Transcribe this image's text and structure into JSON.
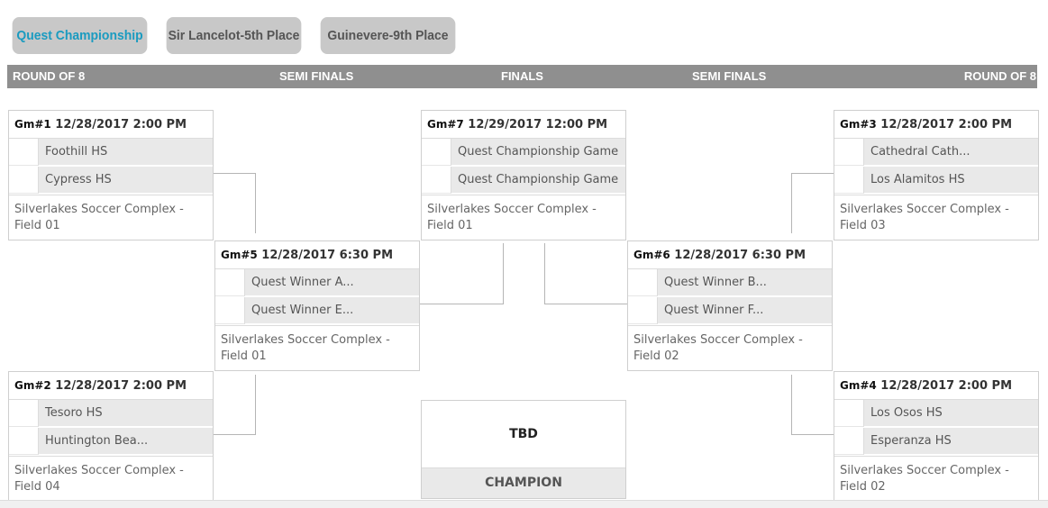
{
  "tabs": [
    {
      "label": "Quest Championship",
      "active": true
    },
    {
      "label": "Sir Lancelot-5th Place",
      "active": false
    },
    {
      "label": "Guinevere-9th Place",
      "active": false
    }
  ],
  "rounds": {
    "left_round_of_8": "ROUND OF 8",
    "left_semi_finals": "SEMI FINALS",
    "finals": "FINALS",
    "right_semi_finals": "SEMI FINALS",
    "right_round_of_8": "ROUND OF 8"
  },
  "games": {
    "g1": {
      "num": "Gm#1",
      "datetime": "12/28/2017 2:00 PM",
      "team1": "Foothill HS",
      "team2": "Cypress HS",
      "venue": "Silverlakes Soccer Complex - Field 01"
    },
    "g2": {
      "num": "Gm#2",
      "datetime": "12/28/2017 2:00 PM",
      "team1": "Tesoro HS",
      "team2": "Huntington Bea...",
      "venue": "Silverlakes Soccer Complex - Field 04"
    },
    "g3": {
      "num": "Gm#3",
      "datetime": "12/28/2017 2:00 PM",
      "team1": "Cathedral Cath...",
      "team2": "Los Alamitos HS",
      "venue": "Silverlakes Soccer Complex - Field 03"
    },
    "g4": {
      "num": "Gm#4",
      "datetime": "12/28/2017 2:00 PM",
      "team1": "Los Osos HS",
      "team2": "Esperanza HS",
      "venue": "Silverlakes Soccer Complex - Field 02"
    },
    "g5": {
      "num": "Gm#5",
      "datetime": "12/28/2017 6:30 PM",
      "team1": "Quest Winner A...",
      "team2": "Quest Winner E...",
      "venue": "Silverlakes Soccer Complex - Field 01"
    },
    "g6": {
      "num": "Gm#6",
      "datetime": "12/28/2017 6:30 PM",
      "team1": "Quest Winner B...",
      "team2": "Quest Winner F...",
      "venue": "Silverlakes Soccer Complex - Field 02"
    },
    "g7": {
      "num": "Gm#7",
      "datetime": "12/29/2017 12:00 PM",
      "team1": "Quest Championship Game",
      "team2": "Quest Championship Game",
      "venue": "Silverlakes Soccer Complex - Field 01"
    }
  },
  "champion": {
    "name": "TBD",
    "label": "CHAMPION"
  }
}
